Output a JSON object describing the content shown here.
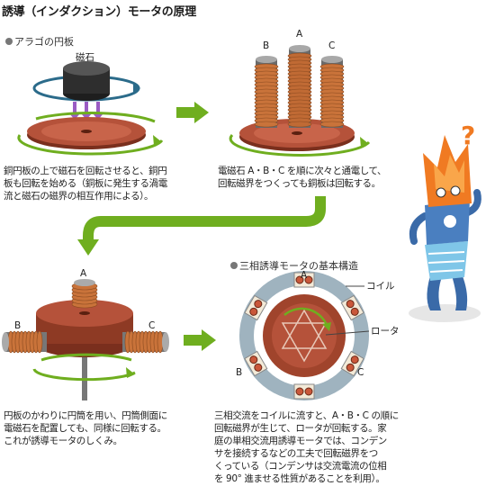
{
  "title": "誘導（インダクション）モータの原理",
  "section1": {
    "heading": "アラゴの円板",
    "magnet_label": "磁石",
    "caption_lines": [
      "銅円板の上で磁石を回転させると、銅円",
      "板も回転を始める（銅板に発生する渦電",
      "流と磁石の磁界の相互作用による）。"
    ]
  },
  "section2": {
    "labels": [
      "A",
      "B",
      "C"
    ],
    "caption_lines": [
      "電磁石 A・B・C を順に次々と通電して、",
      "回転磁界をつくっても銅板は回転する。"
    ]
  },
  "section3": {
    "labels": [
      "A",
      "B",
      "C"
    ],
    "caption_lines": [
      "円板のかわりに円筒を用い、円筒側面に",
      "電磁石を配置しても、同様に回転する。",
      "これが誘導モータのしくみ。"
    ]
  },
  "section4": {
    "heading": "三相誘導モータの基本構造",
    "coil_label": "コイル",
    "rotor_label": "ロータ",
    "labels": [
      "A",
      "B",
      "C"
    ],
    "caption_lines": [
      "三相交流をコイルに流すと、A・B・C の順に",
      "回転磁界が生じて、ロータが回転する。家",
      "庭の単相交流用誘導モータでは、コンデン",
      "サを接続するなどの工夫で回転磁界をつ",
      "くっている（コンデンサは交流電流の位相",
      "を 90° 進ませる性質があることを利用）。"
    ]
  },
  "colors": {
    "copper": "#a0442c",
    "coil": "#c9733a",
    "arrow_green": "#6fae1f",
    "steel": "#8a8a8a",
    "magnet": "#2e2e2e"
  }
}
